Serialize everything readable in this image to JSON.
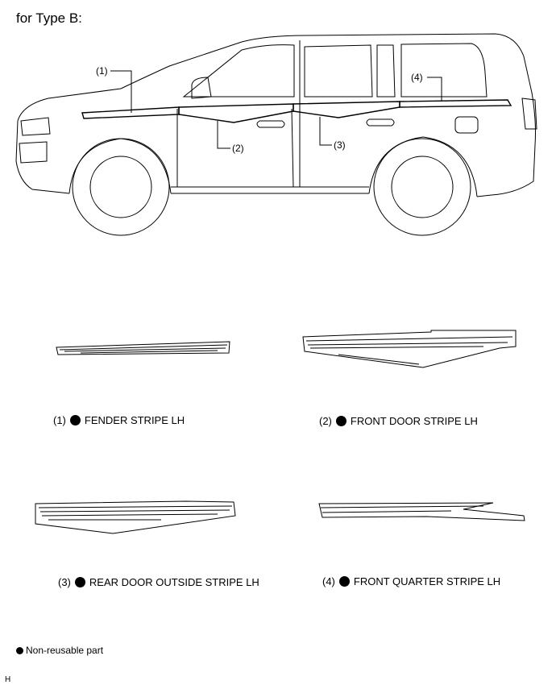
{
  "title": "for Type B:",
  "callouts": [
    "(1)",
    "(2)",
    "(3)",
    "(4)"
  ],
  "parts": [
    {
      "num": "(1)",
      "name": "FENDER STRIPE LH"
    },
    {
      "num": "(2)",
      "name": "FRONT DOOR STRIPE LH"
    },
    {
      "num": "(3)",
      "name": "REAR DOOR OUTSIDE STRIPE LH"
    },
    {
      "num": "(4)",
      "name": "FRONT QUARTER STRIPE LH"
    }
  ],
  "legend": "Non-reusable part",
  "footer": "H"
}
